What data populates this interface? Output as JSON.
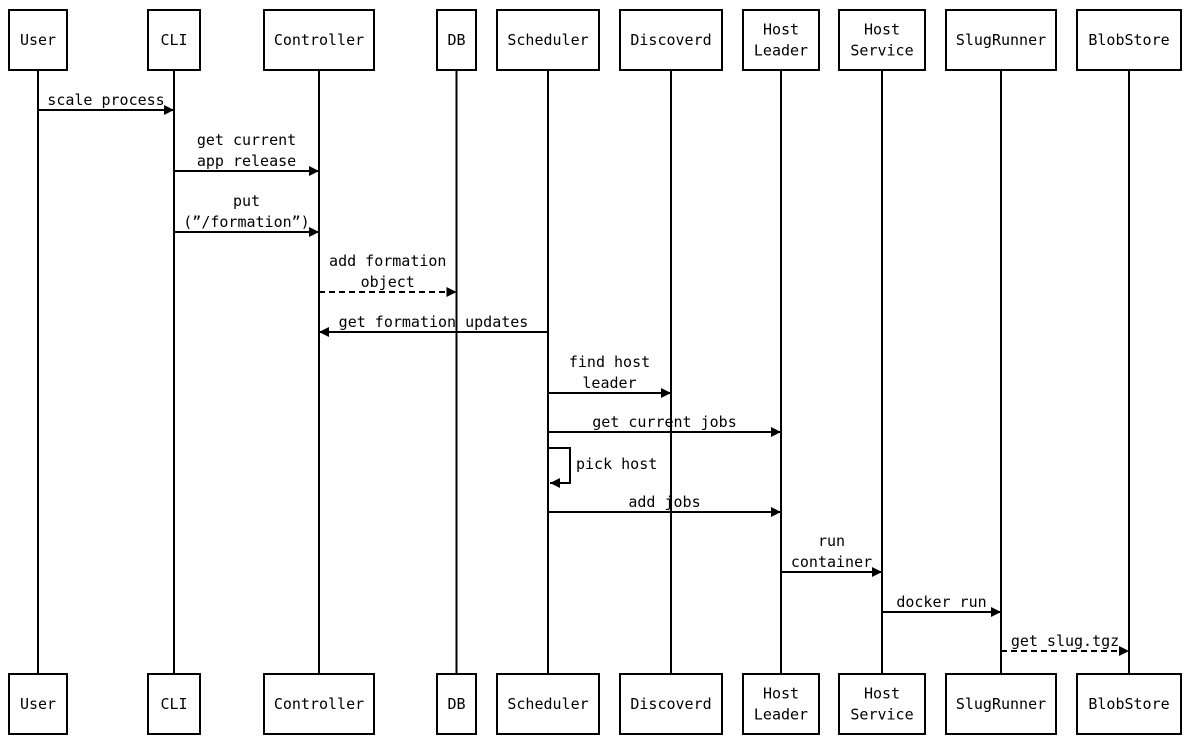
{
  "diagram": {
    "actors": [
      {
        "id": "user",
        "lines": [
          "User"
        ]
      },
      {
        "id": "cli",
        "lines": [
          "CLI"
        ]
      },
      {
        "id": "controller",
        "lines": [
          "Controller"
        ]
      },
      {
        "id": "db",
        "lines": [
          "DB"
        ]
      },
      {
        "id": "scheduler",
        "lines": [
          "Scheduler"
        ]
      },
      {
        "id": "discoverd",
        "lines": [
          "Discoverd"
        ]
      },
      {
        "id": "host-leader",
        "lines": [
          "Host",
          "Leader"
        ]
      },
      {
        "id": "host-service",
        "lines": [
          "Host",
          "Service"
        ]
      },
      {
        "id": "slugrunner",
        "lines": [
          "SlugRunner"
        ]
      },
      {
        "id": "blobstore",
        "lines": [
          "BlobStore"
        ]
      }
    ],
    "messages": [
      {
        "from": "user",
        "to": "cli",
        "lines": [
          "scale process"
        ],
        "style": "solid"
      },
      {
        "from": "cli",
        "to": "controller",
        "lines": [
          "get current",
          "app release"
        ],
        "style": "solid"
      },
      {
        "from": "cli",
        "to": "controller",
        "lines": [
          "put",
          "(”/formation”)"
        ],
        "style": "solid"
      },
      {
        "from": "controller",
        "to": "db",
        "lines": [
          "add formation",
          "object"
        ],
        "style": "dashed"
      },
      {
        "from": "scheduler",
        "to": "controller",
        "lines": [
          "get formation updates"
        ],
        "style": "solid"
      },
      {
        "from": "scheduler",
        "to": "discoverd",
        "lines": [
          "find host",
          "leader"
        ],
        "style": "solid"
      },
      {
        "from": "scheduler",
        "to": "host-leader",
        "lines": [
          "get current jobs"
        ],
        "style": "solid"
      },
      {
        "from": "scheduler",
        "to": "scheduler",
        "lines": [
          "pick host"
        ],
        "style": "solid"
      },
      {
        "from": "scheduler",
        "to": "host-leader",
        "lines": [
          "add jobs"
        ],
        "style": "solid"
      },
      {
        "from": "host-leader",
        "to": "host-service",
        "lines": [
          "run",
          "container"
        ],
        "style": "solid"
      },
      {
        "from": "host-service",
        "to": "slugrunner",
        "lines": [
          "docker run"
        ],
        "style": "solid"
      },
      {
        "from": "slugrunner",
        "to": "blobstore",
        "lines": [
          "get slug.tgz"
        ],
        "style": "dashed"
      }
    ]
  }
}
